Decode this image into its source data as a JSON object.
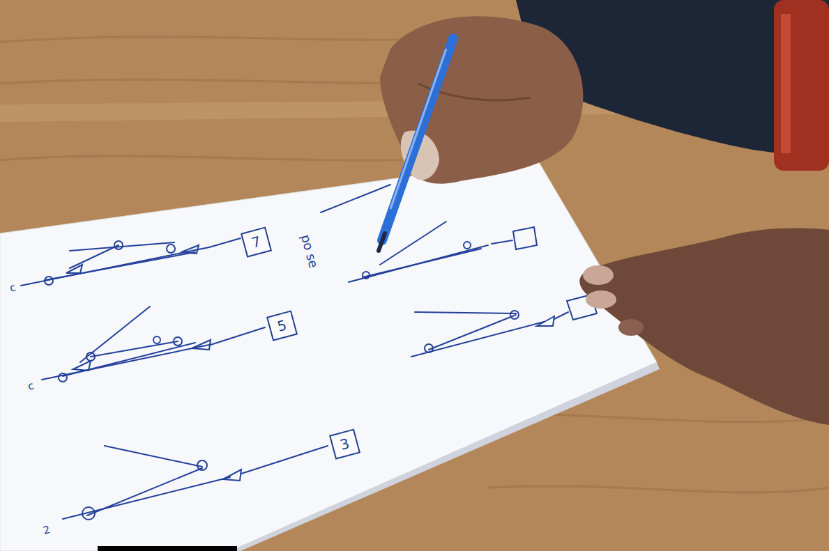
{
  "diagram": {
    "nodes": [
      {
        "text": [
          "7"
        ]
      },
      {
        "text": [
          "5"
        ]
      },
      {
        "text": [
          "3"
        ]
      }
    ],
    "labels": [
      "po se",
      "c",
      "c",
      "2"
    ]
  }
}
